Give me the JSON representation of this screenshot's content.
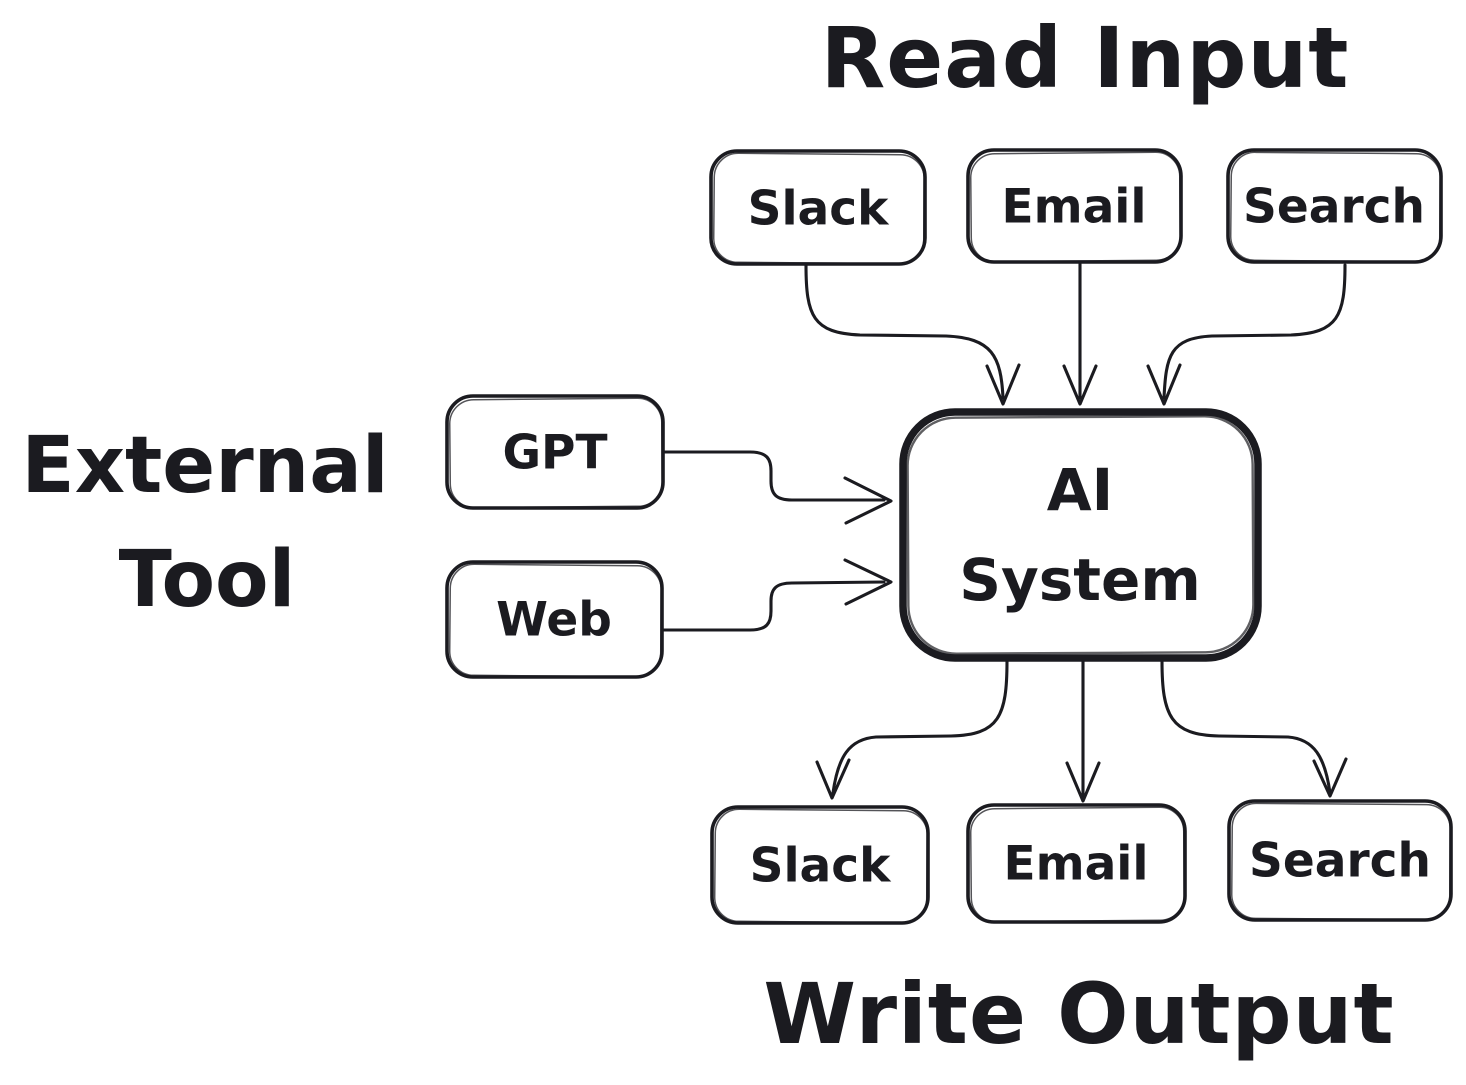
{
  "diagram": {
    "title_top": "Read Input",
    "title_bottom": "Write Output",
    "external_label": {
      "line1": "External",
      "line2": "Tool"
    },
    "center_node": {
      "line1": "AI",
      "line2": "System"
    },
    "input_nodes": [
      {
        "id": "slack-input",
        "label": "Slack"
      },
      {
        "id": "email-input",
        "label": "Email"
      },
      {
        "id": "search-input",
        "label": "Search"
      }
    ],
    "external_nodes": [
      {
        "id": "gpt",
        "label": "GPT"
      },
      {
        "id": "web",
        "label": "Web"
      }
    ],
    "output_nodes": [
      {
        "id": "slack-output",
        "label": "Slack"
      },
      {
        "id": "email-output",
        "label": "Email"
      },
      {
        "id": "search-output",
        "label": "Search"
      }
    ],
    "edges": [
      {
        "from": "slack-input",
        "to": "ai-system"
      },
      {
        "from": "email-input",
        "to": "ai-system"
      },
      {
        "from": "search-input",
        "to": "ai-system"
      },
      {
        "from": "gpt",
        "to": "ai-system"
      },
      {
        "from": "web",
        "to": "ai-system"
      },
      {
        "from": "ai-system",
        "to": "slack-output"
      },
      {
        "from": "ai-system",
        "to": "email-output"
      },
      {
        "from": "ai-system",
        "to": "search-output"
      }
    ]
  },
  "colors": {
    "ink": "#1b1b20",
    "background": "#ffffff"
  }
}
